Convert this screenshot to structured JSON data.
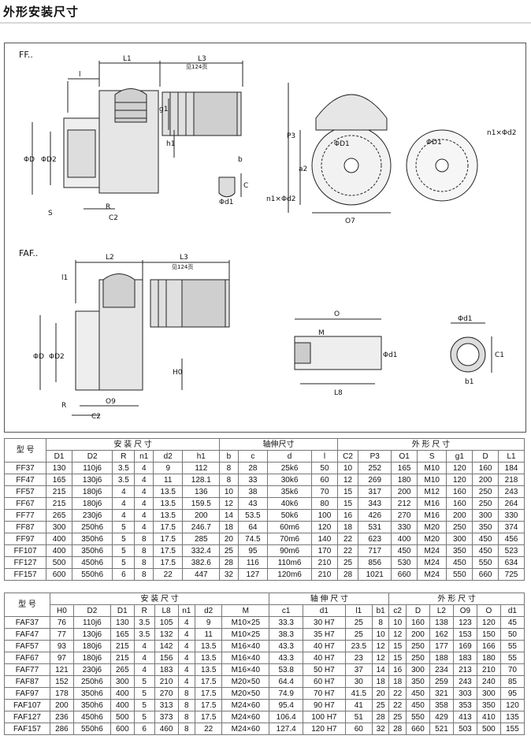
{
  "title": "外形安装尺寸",
  "drawing": {
    "ff_label": "FF..",
    "faf_label": "FAF..",
    "dims": {
      "l": "l",
      "l1": "L1",
      "l3": "L3",
      "l3_note": "见124页",
      "l2": "L2",
      "l1_small": "l1",
      "g1": "g1",
      "h1": "h1",
      "phi_d": "ΦD",
      "phi_d2": "ΦD2",
      "s": "S",
      "r": "R",
      "c2": "C2",
      "b": "b",
      "c": "C",
      "phi_d1": "Φd1",
      "n1_d2": "n1×Φd2",
      "p3": "P3",
      "a2": "a2",
      "phi_d1_cap": "ΦD1",
      "o7": "O7",
      "h0": "H0",
      "o9": "O9",
      "o": "O",
      "m": "M",
      "l8": "L8",
      "d1_shaft": "Φd1",
      "c1": "C1",
      "b1": "b1"
    }
  },
  "table1": {
    "model_header": "型 号",
    "group_install": "安 装 尺 寸",
    "group_shaft": "轴伸尺寸",
    "group_outline": "外 形 尺 寸",
    "columns": [
      "D1",
      "D2",
      "R",
      "n1",
      "d2",
      "h1",
      "b",
      "c",
      "d",
      "l",
      "C2",
      "P3",
      "O1",
      "S",
      "g1",
      "D",
      "L1"
    ],
    "rows": [
      [
        "FF37",
        "130",
        "110j6",
        "3.5",
        "4",
        "9",
        "112",
        "8",
        "28",
        "25k6",
        "50",
        "10",
        "252",
        "165",
        "M10",
        "120",
        "160",
        "184"
      ],
      [
        "FF47",
        "165",
        "130j6",
        "3.5",
        "4",
        "11",
        "128.1",
        "8",
        "33",
        "30k6",
        "60",
        "12",
        "269",
        "180",
        "M10",
        "120",
        "200",
        "218"
      ],
      [
        "FF57",
        "215",
        "180j6",
        "4",
        "4",
        "13.5",
        "136",
        "10",
        "38",
        "35k6",
        "70",
        "15",
        "317",
        "200",
        "M12",
        "160",
        "250",
        "243"
      ],
      [
        "FF67",
        "215",
        "180j6",
        "4",
        "4",
        "13.5",
        "159.5",
        "12",
        "43",
        "40k6",
        "80",
        "15",
        "343",
        "212",
        "M16",
        "160",
        "250",
        "264"
      ],
      [
        "FF77",
        "265",
        "230j6",
        "4",
        "4",
        "13.5",
        "200",
        "14",
        "53.5",
        "50k6",
        "100",
        "16",
        "426",
        "270",
        "M16",
        "200",
        "300",
        "330"
      ],
      [
        "FF87",
        "300",
        "250h6",
        "5",
        "4",
        "17.5",
        "246.7",
        "18",
        "64",
        "60m6",
        "120",
        "18",
        "531",
        "330",
        "M20",
        "250",
        "350",
        "374"
      ],
      [
        "FF97",
        "400",
        "350h6",
        "5",
        "8",
        "17.5",
        "285",
        "20",
        "74.5",
        "70m6",
        "140",
        "22",
        "623",
        "400",
        "M20",
        "300",
        "450",
        "456"
      ],
      [
        "FF107",
        "400",
        "350h6",
        "5",
        "8",
        "17.5",
        "332.4",
        "25",
        "95",
        "90m6",
        "170",
        "22",
        "717",
        "450",
        "M24",
        "350",
        "450",
        "523"
      ],
      [
        "FF127",
        "500",
        "450h6",
        "5",
        "8",
        "17.5",
        "382.6",
        "28",
        "116",
        "110m6",
        "210",
        "25",
        "856",
        "530",
        "M24",
        "450",
        "550",
        "634"
      ],
      [
        "FF157",
        "600",
        "550h6",
        "6",
        "8",
        "22",
        "447",
        "32",
        "127",
        "120m6",
        "210",
        "28",
        "1021",
        "660",
        "M24",
        "550",
        "660",
        "725"
      ]
    ]
  },
  "table2": {
    "model_header": "型 号",
    "group_install": "安 装 尺 寸",
    "group_shaft": "轴 伸 尺 寸",
    "group_outline": "外 形 尺 寸",
    "columns": [
      "H0",
      "D2",
      "D1",
      "R",
      "L8",
      "n1",
      "d2",
      "M",
      "c1",
      "d1",
      "l1",
      "b1",
      "c2",
      "D",
      "L2",
      "O9",
      "O",
      "d1"
    ],
    "rows": [
      [
        "FAF37",
        "76",
        "110j6",
        "130",
        "3.5",
        "105",
        "4",
        "9",
        "M10×25",
        "33.3",
        "30 H7",
        "25",
        "8",
        "10",
        "160",
        "138",
        "123",
        "120",
        "45"
      ],
      [
        "FAF47",
        "77",
        "130j6",
        "165",
        "3.5",
        "132",
        "4",
        "11",
        "M10×25",
        "38.3",
        "35 H7",
        "25",
        "10",
        "12",
        "200",
        "162",
        "153",
        "150",
        "50"
      ],
      [
        "FAF57",
        "93",
        "180j6",
        "215",
        "4",
        "142",
        "4",
        "13.5",
        "M16×40",
        "43.3",
        "40 H7",
        "23.5",
        "12",
        "15",
        "250",
        "177",
        "169",
        "166",
        "55"
      ],
      [
        "FAF67",
        "97",
        "180j6",
        "215",
        "4",
        "156",
        "4",
        "13.5",
        "M16×40",
        "43.3",
        "40 H7",
        "23",
        "12",
        "15",
        "250",
        "188",
        "183",
        "180",
        "55"
      ],
      [
        "FAF77",
        "121",
        "230j6",
        "265",
        "4",
        "183",
        "4",
        "13.5",
        "M16×40",
        "53.8",
        "50 H7",
        "37",
        "14",
        "16",
        "300",
        "234",
        "213",
        "210",
        "70"
      ],
      [
        "FAF87",
        "152",
        "250h6",
        "300",
        "5",
        "210",
        "4",
        "17.5",
        "M20×50",
        "64.4",
        "60 H7",
        "30",
        "18",
        "18",
        "350",
        "259",
        "243",
        "240",
        "85"
      ],
      [
        "FAF97",
        "178",
        "350h6",
        "400",
        "5",
        "270",
        "8",
        "17.5",
        "M20×50",
        "74.9",
        "70 H7",
        "41.5",
        "20",
        "22",
        "450",
        "321",
        "303",
        "300",
        "95"
      ],
      [
        "FAF107",
        "200",
        "350h6",
        "400",
        "5",
        "313",
        "8",
        "17.5",
        "M24×60",
        "95.4",
        "90 H7",
        "41",
        "25",
        "22",
        "450",
        "358",
        "353",
        "350",
        "120"
      ],
      [
        "FAF127",
        "236",
        "450h6",
        "500",
        "5",
        "373",
        "8",
        "17.5",
        "M24×60",
        "106.4",
        "100 H7",
        "51",
        "28",
        "25",
        "550",
        "429",
        "413",
        "410",
        "135"
      ],
      [
        "FAF157",
        "286",
        "550h6",
        "600",
        "6",
        "460",
        "8",
        "22",
        "M24×60",
        "127.4",
        "120 H7",
        "60",
        "32",
        "28",
        "660",
        "521",
        "503",
        "500",
        "155"
      ]
    ]
  }
}
